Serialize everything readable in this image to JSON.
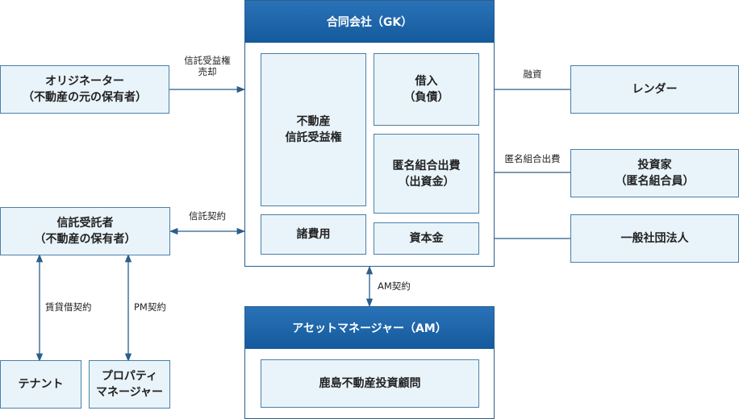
{
  "gk": {
    "title": "合同会社（GK）",
    "asset_box": "不動産\n信託受益権",
    "borrowing_box": "借入\n（負債）",
    "tk_investment_box": "匿名組合出費\n（出資金）",
    "expenses_box": "諸費用",
    "capital_box": "資本金"
  },
  "am": {
    "title": "アセットマネージャー（AM）",
    "company": "鹿島不動産投資顧問"
  },
  "parties": {
    "originator": "オリジネーター\n（不動産の元の保有者）",
    "trustee": "信託受託者\n（不動産の保有者）",
    "tenant": "テナント",
    "property_manager": "プロパティ\nマネージャー",
    "lender": "レンダー",
    "investor": "投資家\n（匿名組合員）",
    "general_association": "一般社団法人"
  },
  "labels": {
    "trust_beneficiary_sale": "信託受益権\n売却",
    "trust_contract": "信託契約",
    "lease_contract": "賃貸借契約",
    "pm_contract": "PM契約",
    "am_contract": "AM契約",
    "financing": "融資",
    "tk_investment": "匿名組合出費"
  },
  "colors": {
    "box_fill": "#e9f4fa",
    "box_border": "#4a7fa8",
    "header_blue": "#1a64a8",
    "arrow": "#2a5e8c"
  }
}
